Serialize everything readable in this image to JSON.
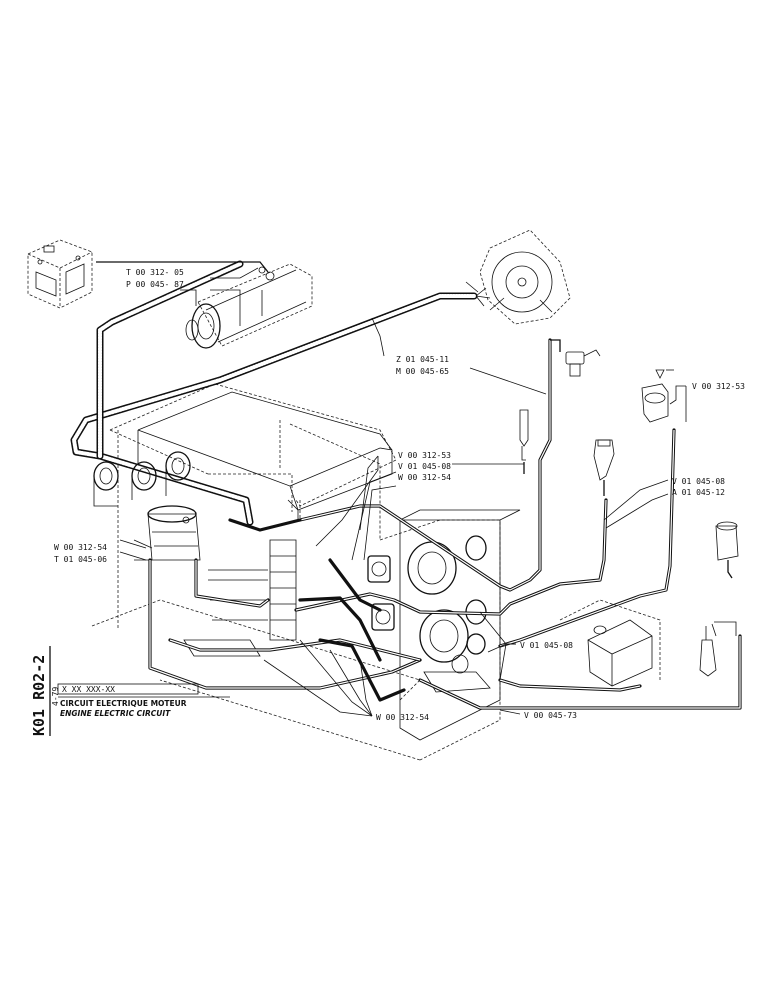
{
  "labels": {
    "top_left_1": "T 00 312- 05",
    "top_left_2": "P 00 045- 87",
    "upper_mid_1": "Z 01 045-11",
    "upper_mid_2": "M 00 045-65",
    "center_1": "V 00 312-53",
    "center_2": "V 01 045-08",
    "center_3": "W 00 312-54",
    "right_top": "V 00 312-53",
    "right_mid_1": "V 01 045-08",
    "right_mid_2": "A 01 045-12",
    "left_1": "W 00 312-54",
    "left_2": "T 01 045-06",
    "lower_right_1": "V 01 045-08",
    "bottom_center": "W 00 312-54",
    "bottom_right": "V 00 045-73"
  },
  "title_block": {
    "side_code": "K01 R02-2",
    "date_code": "4-79",
    "part_no": "X  XX XXX-XX",
    "title_fr": "CIRCUIT ELECTRIQUE MOTEUR",
    "title_en": "ENGINE ELECTRIC CIRCUIT"
  }
}
